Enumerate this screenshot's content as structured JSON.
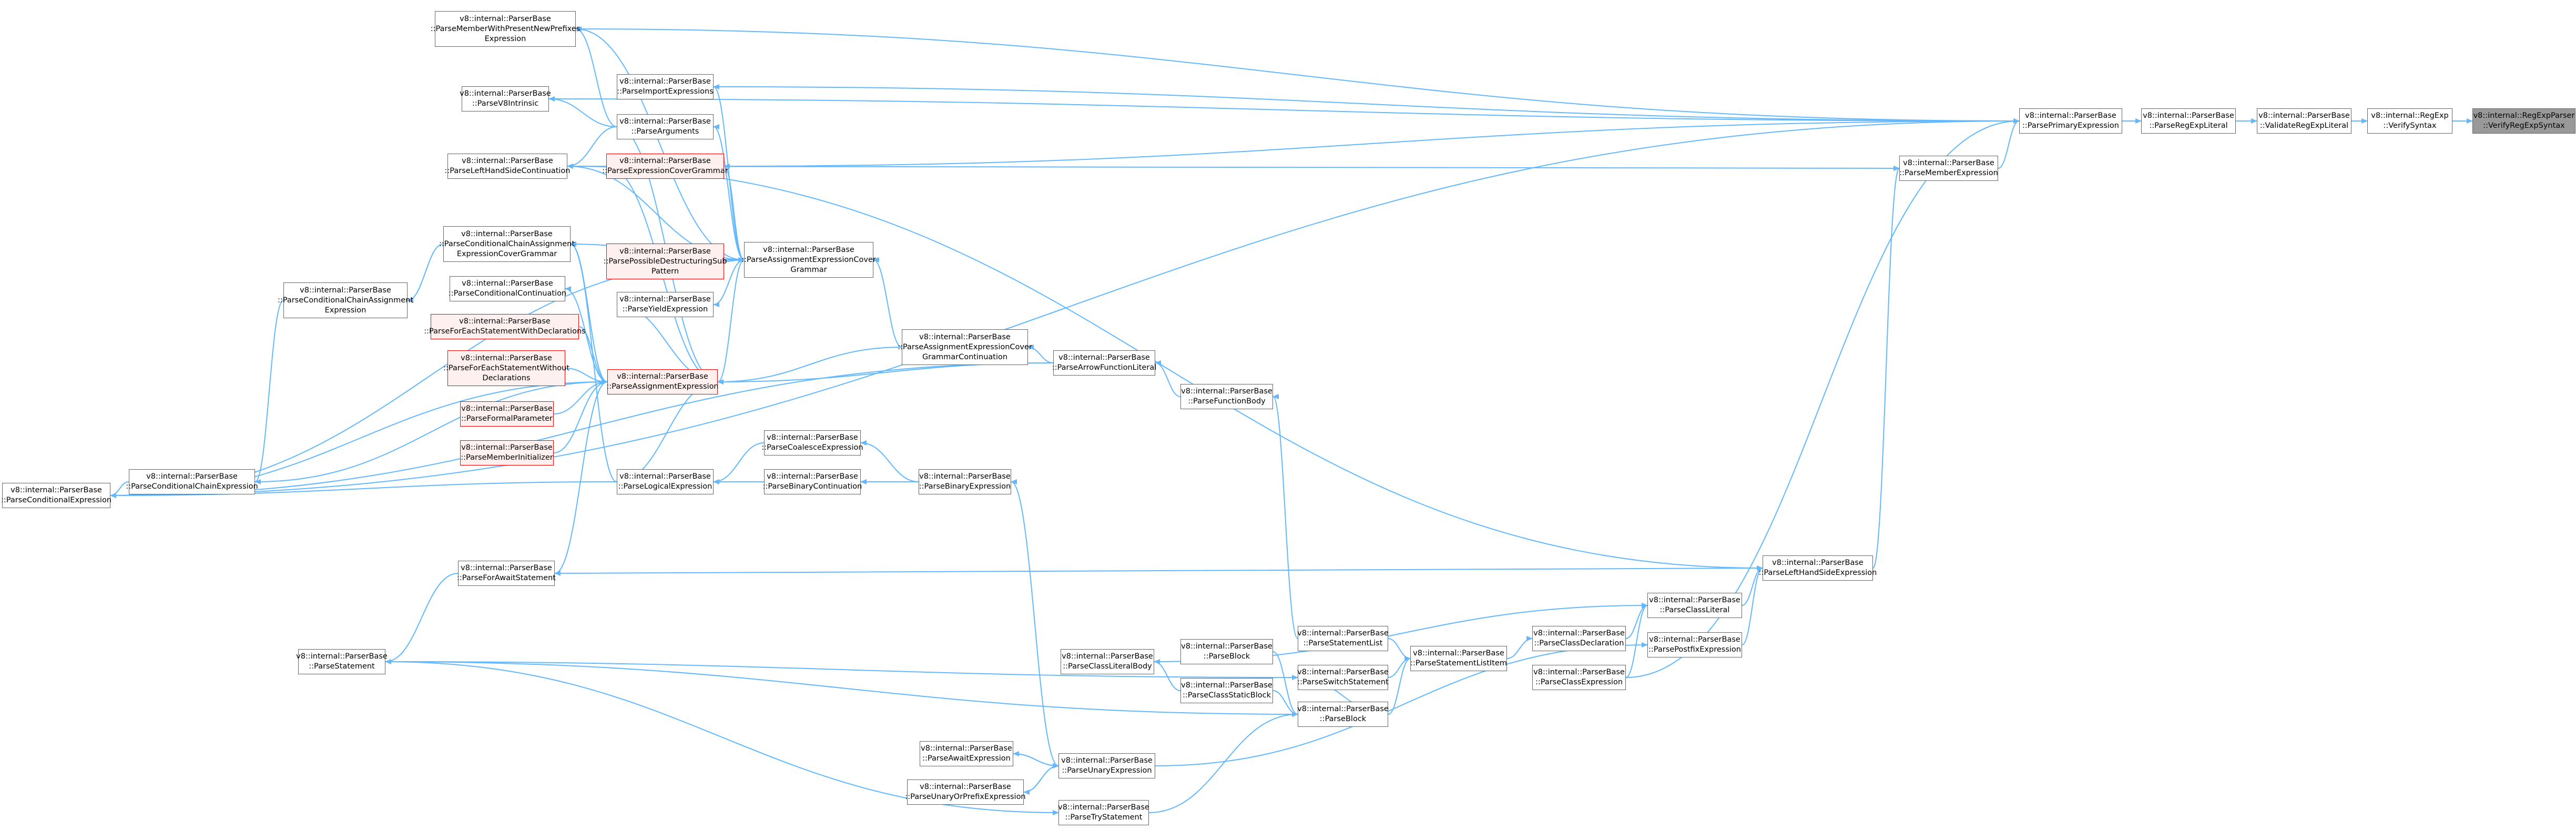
{
  "diagram": {
    "edge_color": "#63b8ff",
    "node_border_color": "#666666",
    "highlight_border_color": "#ff0000",
    "highlight_fill_color": "#fff0f0",
    "root_fill_color": "#999999",
    "nodes": [
      {
        "id": "verifyregexpsyntax",
        "lines": [
          "v8::internal::RegExpParser",
          "::VerifyRegExpSyntax"
        ],
        "style": "root"
      },
      {
        "id": "regexp-verifysyntax",
        "lines": [
          "v8::internal::RegExp",
          "::VerifySyntax"
        ],
        "style": "normal"
      },
      {
        "id": "validateregexpliteral",
        "lines": [
          "v8::internal::ParserBase",
          "::ValidateRegExpLiteral"
        ],
        "style": "normal"
      },
      {
        "id": "parseregexpliteral",
        "lines": [
          "v8::internal::ParserBase",
          "::ParseRegExpLiteral"
        ],
        "style": "normal"
      },
      {
        "id": "parseprimaryexpression",
        "lines": [
          "v8::internal::ParserBase",
          "::ParsePrimaryExpression"
        ],
        "style": "normal"
      },
      {
        "id": "parsememberexpression",
        "lines": [
          "v8::internal::ParserBase",
          "::ParseMemberExpression"
        ],
        "style": "normal"
      },
      {
        "id": "parsememberwithpresentnewprefixesexpression",
        "lines": [
          "v8::internal::ParserBase",
          "::ParseMemberWithPresentNewPrefixes",
          "Expression"
        ],
        "style": "normal"
      },
      {
        "id": "parsev8intrinsic",
        "lines": [
          "v8::internal::ParserBase",
          "::ParseV8Intrinsic"
        ],
        "style": "normal"
      },
      {
        "id": "parseimportexpressions",
        "lines": [
          "v8::internal::ParserBase",
          "::ParseImportExpressions"
        ],
        "style": "normal"
      },
      {
        "id": "parsearguments",
        "lines": [
          "v8::internal::ParserBase",
          "::ParseArguments"
        ],
        "style": "normal"
      },
      {
        "id": "parselefthandsidecontinuation",
        "lines": [
          "v8::internal::ParserBase",
          "::ParseLeftHandSideContinuation"
        ],
        "style": "normal"
      },
      {
        "id": "parseexpressioncovergrammar",
        "lines": [
          "v8::internal::ParserBase",
          "::ParseExpressionCoverGrammar"
        ],
        "style": "red"
      },
      {
        "id": "parseconditionalchainassignmentexpressioncovergrammar",
        "lines": [
          "v8::internal::ParserBase",
          "::ParseConditionalChainAssignment",
          "ExpressionCoverGrammar"
        ],
        "style": "normal"
      },
      {
        "id": "parsepossibledestructuringsubpattern",
        "lines": [
          "v8::internal::ParserBase",
          "::ParsePossibleDestructuringSub",
          "Pattern"
        ],
        "style": "red"
      },
      {
        "id": "parseassignmentexpressioncovergrammar",
        "lines": [
          "v8::internal::ParserBase",
          "::ParseAssignmentExpressionCover",
          "Grammar"
        ],
        "style": "normal"
      },
      {
        "id": "parseyieldexpression",
        "lines": [
          "v8::internal::ParserBase",
          "::ParseYieldExpression"
        ],
        "style": "normal"
      },
      {
        "id": "parseconditionalcontinuation",
        "lines": [
          "v8::internal::ParserBase",
          "::ParseConditionalContinuation"
        ],
        "style": "normal"
      },
      {
        "id": "parseconditionalchainassignmentexpression",
        "lines": [
          "v8::internal::ParserBase",
          "::ParseConditionalChainAssignment",
          "Expression"
        ],
        "style": "normal"
      },
      {
        "id": "parseforeachstatementwithdeclarations",
        "lines": [
          "v8::internal::ParserBase",
          "::ParseForEachStatementWithDeclarations"
        ],
        "style": "red"
      },
      {
        "id": "parseforeachstatementwithoutdeclarations",
        "lines": [
          "v8::internal::ParserBase",
          "::ParseForEachStatementWithout",
          "Declarations"
        ],
        "style": "red"
      },
      {
        "id": "parseassignmentexpression",
        "lines": [
          "v8::internal::ParserBase",
          "::ParseAssignmentExpression"
        ],
        "style": "red"
      },
      {
        "id": "parseassignmentexpressioncovergrammarcontinuation",
        "lines": [
          "v8::internal::ParserBase",
          "::ParseAssignmentExpressionCover",
          "GrammarContinuation"
        ],
        "style": "normal"
      },
      {
        "id": "parsearrowfunctionliteral",
        "lines": [
          "v8::internal::ParserBase",
          "::ParseArrowFunctionLiteral"
        ],
        "style": "normal"
      },
      {
        "id": "parsefunctionbody",
        "lines": [
          "v8::internal::ParserBase",
          "::ParseFunctionBody"
        ],
        "style": "normal"
      },
      {
        "id": "parseformalparameter",
        "lines": [
          "v8::internal::ParserBase",
          "::ParseFormalParameter"
        ],
        "style": "red"
      },
      {
        "id": "parsememberinitializer",
        "lines": [
          "v8::internal::ParserBase",
          "::ParseMemberInitializer"
        ],
        "style": "red"
      },
      {
        "id": "parsecoalesceexpression",
        "lines": [
          "v8::internal::ParserBase",
          "::ParseCoalesceExpression"
        ],
        "style": "normal"
      },
      {
        "id": "parseconditionalexpression",
        "lines": [
          "v8::internal::ParserBase",
          "::ParseConditionalExpression"
        ],
        "style": "normal"
      },
      {
        "id": "parseconditionalchainexpression",
        "lines": [
          "v8::internal::ParserBase",
          "::ParseConditionalChainExpression"
        ],
        "style": "normal"
      },
      {
        "id": "parselogicalexpression",
        "lines": [
          "v8::internal::ParserBase",
          "::ParseLogicalExpression"
        ],
        "style": "normal"
      },
      {
        "id": "parsebinarycontinuation",
        "lines": [
          "v8::internal::ParserBase",
          "::ParseBinaryContinuation"
        ],
        "style": "normal"
      },
      {
        "id": "parsebinaryexpression",
        "lines": [
          "v8::internal::ParserBase",
          "::ParseBinaryExpression"
        ],
        "style": "normal"
      },
      {
        "id": "parselefthandsideexpression",
        "lines": [
          "v8::internal::ParserBase",
          "::ParseLeftHandSideExpression"
        ],
        "style": "normal"
      },
      {
        "id": "parseforawaitstatement",
        "lines": [
          "v8::internal::ParserBase",
          "::ParseForAwaitStatement"
        ],
        "style": "normal"
      },
      {
        "id": "parseclassliteral",
        "lines": [
          "v8::internal::ParserBase",
          "::ParseClassLiteral"
        ],
        "style": "normal"
      },
      {
        "id": "parseclassdeclaration",
        "lines": [
          "v8::internal::ParserBase",
          "::ParseClassDeclaration"
        ],
        "style": "normal"
      },
      {
        "id": "parsepostfixexpression",
        "lines": [
          "v8::internal::ParserBase",
          "::ParsePostfixExpression"
        ],
        "style": "normal"
      },
      {
        "id": "parsestatementlist",
        "lines": [
          "v8::internal::ParserBase",
          "::ParseStatementList"
        ],
        "style": "normal"
      },
      {
        "id": "parsestatementlistitem",
        "lines": [
          "v8::internal::ParserBase",
          "::ParseStatementListItem"
        ],
        "style": "normal"
      },
      {
        "id": "parseclassexpression",
        "lines": [
          "v8::internal::ParserBase",
          "::ParseClassExpression"
        ],
        "style": "normal"
      },
      {
        "id": "parsestatement",
        "lines": [
          "v8::internal::ParserBase",
          "::ParseStatement"
        ],
        "style": "normal"
      },
      {
        "id": "parseclassliteralbody",
        "lines": [
          "v8::internal::ParserBase",
          "::ParseClassLiteralBody"
        ],
        "style": "normal"
      },
      {
        "id": "parseblock-a",
        "lines": [
          "v8::internal::ParserBase",
          "::ParseBlock"
        ],
        "style": "normal"
      },
      {
        "id": "parseswitchstatement",
        "lines": [
          "v8::internal::ParserBase",
          "::ParseSwitchStatement"
        ],
        "style": "normal"
      },
      {
        "id": "parseclassstaticblock",
        "lines": [
          "v8::internal::ParserBase",
          "::ParseClassStaticBlock"
        ],
        "style": "normal"
      },
      {
        "id": "parseblock-b",
        "lines": [
          "v8::internal::ParserBase",
          "::ParseBlock"
        ],
        "style": "normal"
      },
      {
        "id": "parseawaitexpression",
        "lines": [
          "v8::internal::ParserBase",
          "::ParseAwaitExpression"
        ],
        "style": "normal"
      },
      {
        "id": "parseunaryexpression",
        "lines": [
          "v8::internal::ParserBase",
          "::ParseUnaryExpression"
        ],
        "style": "normal"
      },
      {
        "id": "parseunaryorprefixexpression",
        "lines": [
          "v8::internal::ParserBase",
          "::ParseUnaryOrPrefixExpression"
        ],
        "style": "normal"
      },
      {
        "id": "parsetrystatement",
        "lines": [
          "v8::internal::ParserBase",
          "::ParseTryStatement"
        ],
        "style": "normal"
      }
    ],
    "edges": [
      [
        "regexp-verifysyntax",
        "verifyregexpsyntax"
      ],
      [
        "validateregexpliteral",
        "regexp-verifysyntax"
      ],
      [
        "parseregexpliteral",
        "validateregexpliteral"
      ],
      [
        "parseprimaryexpression",
        "parseregexpliteral"
      ],
      [
        "parsememberexpression",
        "parseprimaryexpression"
      ],
      [
        "parsememberwithpresentnewprefixesexpression",
        "parseprimaryexpression"
      ],
      [
        "parsev8intrinsic",
        "parseprimaryexpression"
      ],
      [
        "parseimportexpressions",
        "parseprimaryexpression"
      ],
      [
        "parseexpressioncovergrammar",
        "parseprimaryexpression"
      ],
      [
        "parseconditionalexpression",
        "parseprimaryexpression"
      ],
      [
        "parseclassexpression",
        "parseprimaryexpression"
      ],
      [
        "parselefthandsidecontinuation",
        "parsememberexpression"
      ],
      [
        "parselefthandsideexpression",
        "parsememberexpression"
      ],
      [
        "parsearguments",
        "parsememberwithpresentnewprefixesexpression"
      ],
      [
        "parsearguments",
        "parsev8intrinsic"
      ],
      [
        "parsearguments",
        "parselefthandsidecontinuation"
      ],
      [
        "parseassignmentexpressioncovergrammar",
        "parsememberwithpresentnewprefixesexpression"
      ],
      [
        "parseassignmentexpressioncovergrammar",
        "parseimportexpressions"
      ],
      [
        "parseassignmentexpressioncovergrammar",
        "parsearguments"
      ],
      [
        "parseassignmentexpressioncovergrammar",
        "parseexpressioncovergrammar"
      ],
      [
        "parseassignmentexpressioncovergrammar",
        "parseconditionalchainassignmentexpressioncovergrammar"
      ],
      [
        "parseassignmentexpressioncovergrammar",
        "parseyieldexpression"
      ],
      [
        "parseassignmentexpressioncovergrammar",
        "parseconditionalexpression"
      ],
      [
        "parseassignmentexpressioncovergrammar",
        "parselefthandsidecontinuation"
      ],
      [
        "parsepossibledestructuringsubpattern",
        "parseassignmentexpressioncovergrammar"
      ],
      [
        "parseassignmentexpressioncovergrammarcontinuation",
        "parseassignmentexpressioncovergrammar"
      ],
      [
        "parseassignmentexpressioncovergrammarcontinuation",
        "parseassignmentexpression"
      ],
      [
        "parseassignmentexpression",
        "parseassignmentexpressioncovergrammar"
      ],
      [
        "parseassignmentexpression",
        "parseexpressioncovergrammar"
      ],
      [
        "parseassignmentexpression",
        "parseconditionalchainassignmentexpressioncovergrammar"
      ],
      [
        "parseassignmentexpression",
        "parseyieldexpression"
      ],
      [
        "parseassignmentexpression",
        "parseconditionalcontinuation"
      ],
      [
        "parseassignmentexpression",
        "parselogicalexpression"
      ],
      [
        "parseassignmentexpression",
        "parsearguments"
      ],
      [
        "parseforeachstatementwithdeclarations",
        "parseassignmentexpression"
      ],
      [
        "parseforeachstatementwithoutdeclarations",
        "parseassignmentexpression"
      ],
      [
        "parseformalparameter",
        "parseassignmentexpression"
      ],
      [
        "parsememberinitializer",
        "parseassignmentexpression"
      ],
      [
        "parseconditionalchainexpression",
        "parseassignmentexpression"
      ],
      [
        "parseconditionalexpression",
        "parseassignmentexpression"
      ],
      [
        "parseforawaitstatement",
        "parseassignmentexpression"
      ],
      [
        "parsearrowfunctionliteral",
        "parseassignmentexpression"
      ],
      [
        "parsearrowfunctionliteral",
        "parseassignmentexpressioncovergrammarcontinuation"
      ],
      [
        "parsearrowfunctionliteral",
        "parseconditionalexpression"
      ],
      [
        "parsefunctionbody",
        "parsearrowfunctionliteral"
      ],
      [
        "parsestatementlist",
        "parsefunctionbody"
      ],
      [
        "parseconditionalchainassignmentexpressioncovergrammar",
        "parseconditionalchainassignmentexpression"
      ],
      [
        "parseconditionalchainassignmentexpression",
        "parseconditionalchainexpression"
      ],
      [
        "parseconditionalchainexpression",
        "parseconditionalexpression"
      ],
      [
        "parselogicalexpression",
        "parseconditionalexpression"
      ],
      [
        "parselogicalexpression",
        "parseconditionalchainassignmentexpressioncovergrammar"
      ],
      [
        "parsecoalesceexpression",
        "parselogicalexpression"
      ],
      [
        "parsebinarycontinuation",
        "parselogicalexpression"
      ],
      [
        "parsebinaryexpression",
        "parsecoalesceexpression"
      ],
      [
        "parsebinaryexpression",
        "parsebinarycontinuation"
      ],
      [
        "parsebinaryexpression",
        "parselogicalexpression"
      ],
      [
        "parseunaryexpression",
        "parsebinaryexpression"
      ],
      [
        "parselefthandsideexpression",
        "parseforawaitstatement"
      ],
      [
        "parselefthandsideexpression",
        "parselefthandsidecontinuation"
      ],
      [
        "parseclassliteral",
        "parselefthandsideexpression"
      ],
      [
        "parsepostfixexpression",
        "parselefthandsideexpression"
      ],
      [
        "parseclassdeclaration",
        "parseclassliteral"
      ],
      [
        "parseclassexpression",
        "parseclassliteral"
      ],
      [
        "parsestatementlistitem",
        "parseclassdeclaration"
      ],
      [
        "parsestatementlist",
        "parsestatementlistitem"
      ],
      [
        "parseswitchstatement",
        "parsestatementlistitem"
      ],
      [
        "parseblock-b",
        "parsestatementlistitem"
      ],
      [
        "parseclassliteralbody",
        "parseclassliteral"
      ],
      [
        "parseclassstaticblock",
        "parseclassliteralbody"
      ],
      [
        "parseblock-a",
        "parseblock-b"
      ],
      [
        "parseforawaitstatement",
        "parsestatement"
      ],
      [
        "parsestatement",
        "parseswitchstatement"
      ],
      [
        "parsestatement",
        "parseblock-b"
      ],
      [
        "parsestatement",
        "parsetrystatement"
      ],
      [
        "parseswitchstatement",
        "parseblock-b"
      ],
      [
        "parseclassstaticblock",
        "parseblock-b"
      ],
      [
        "parsetrystatement",
        "parseblock-b"
      ],
      [
        "parseunaryexpression",
        "parsepostfixexpression"
      ],
      [
        "parseunaryexpression",
        "parseawaitexpression"
      ],
      [
        "parseunaryexpression",
        "parseunaryorprefixexpression"
      ],
      [
        "parseunaryorprefixexpression",
        "parseunaryexpression"
      ],
      [
        "parseawaitexpression",
        "parseunaryexpression"
      ]
    ]
  }
}
